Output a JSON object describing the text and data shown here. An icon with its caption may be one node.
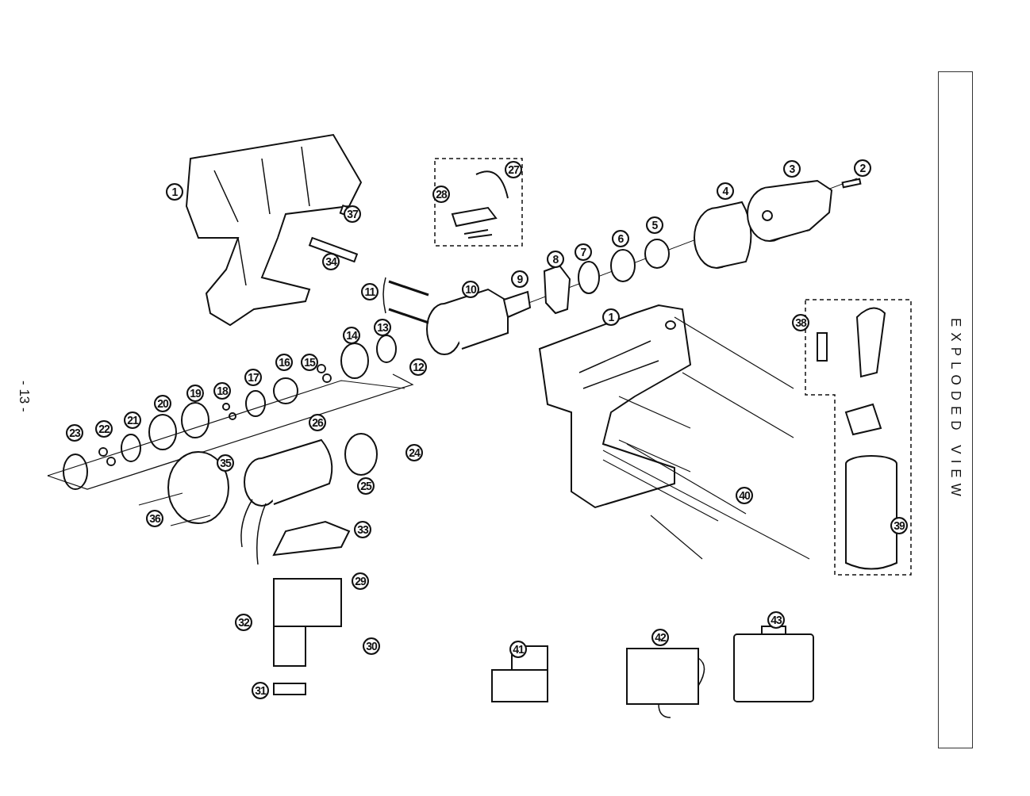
{
  "diagram": {
    "nodes": [
      {
        "text": [
          "EXPLODED VIEW"
        ]
      }
    ],
    "labels": [
      "3",
      "2",
      "27",
      "1",
      "28",
      "4",
      "37",
      "5",
      "6",
      "34",
      "7",
      "8",
      "9",
      "10",
      "11",
      "1",
      "38",
      "13",
      "14",
      "15",
      "16",
      "12",
      "17",
      "18",
      "19",
      "20",
      "21",
      "26",
      "22",
      "23",
      "24",
      "35",
      "25",
      "40",
      "36",
      "39",
      "33",
      "29",
      "32",
      "43",
      "42",
      "30",
      "41",
      "31",
      "- 13 -"
    ]
  }
}
